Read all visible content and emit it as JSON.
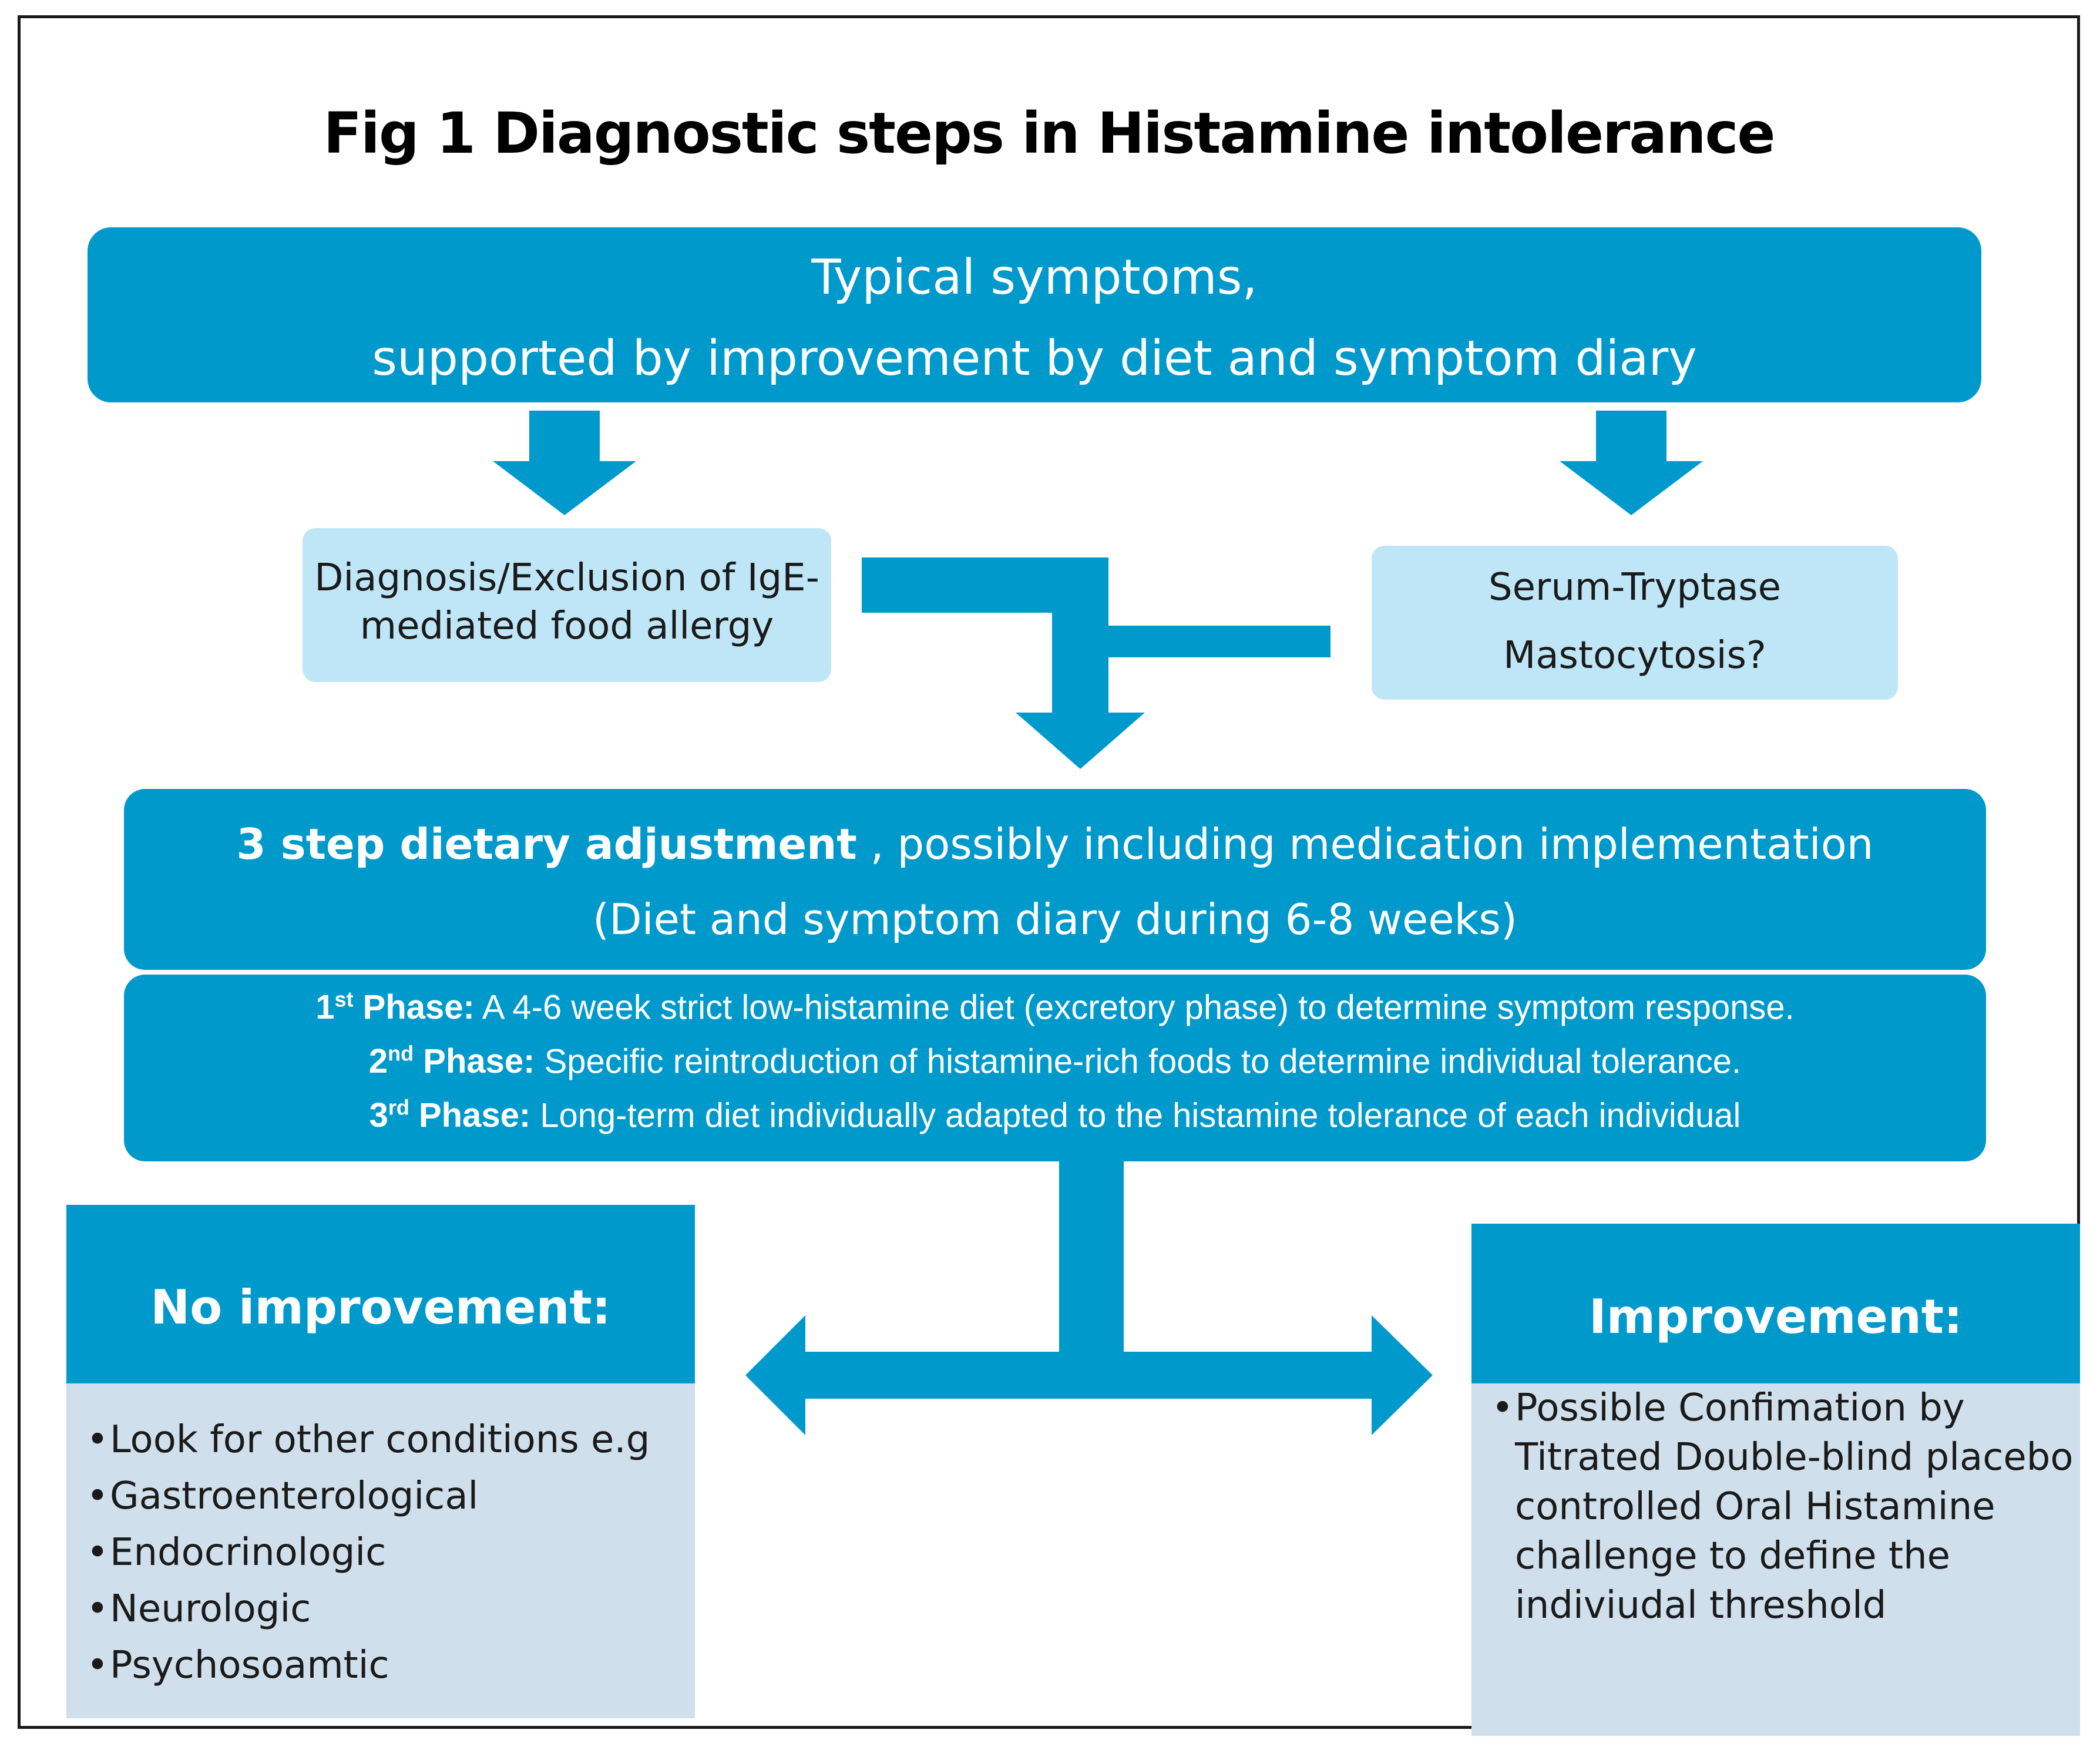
{
  "title": "Fig 1 Diagnostic steps in Histamine intolerance",
  "top_box": {
    "line1": "Typical symptoms,",
    "line2": "supported by improvement by diet and symptom diary"
  },
  "ige_box": {
    "line1": "Diagnosis/Exclusion of IgE-",
    "line2": "mediated food allergy"
  },
  "tryptase_box": {
    "line1": "Serum-Tryptase",
    "line2": "Mastocytosis?"
  },
  "diet_box": {
    "bold": "3 step dietary adjustment",
    "rest": " , possibly including medication implementation",
    "line2": "(Diet and symptom diary during 6-8 weeks)"
  },
  "phases": [
    {
      "num": "1",
      "sup": "st",
      "label": " Phase:",
      "text": " A 4-6 week strict low-histamine  diet (excretory  phase) to determine symptom response."
    },
    {
      "num": "2",
      "sup": "nd",
      "label": " Phase:",
      "text": " Specific reintroduction  of histamine-rich foods to determine individual tolerance."
    },
    {
      "num": "3",
      "sup": "rd",
      "label": " Phase:",
      "text": " Long-term diet individually  adapted to the  histamine tolerance  of each individual"
    }
  ],
  "no_improvement": {
    "heading": "No improvement:",
    "bullet": "•",
    "items": [
      "Look for other conditions e.g",
      "Gastroenterological",
      "Endocrinologic",
      "Neurologic",
      "Psychosoamtic"
    ]
  },
  "improvement": {
    "heading": "Improvement:",
    "bullet": "•",
    "lines": [
      "Possible Confimation by",
      "Titrated Double-blind placebo",
      "controlled Oral Histamine",
      "challenge to define the",
      "indiviudal  threshold"
    ]
  },
  "colors": {
    "dark_blue": "#0099cc",
    "light_blue": "#bfe6f7",
    "pale_blue": "#cfdfeb"
  }
}
